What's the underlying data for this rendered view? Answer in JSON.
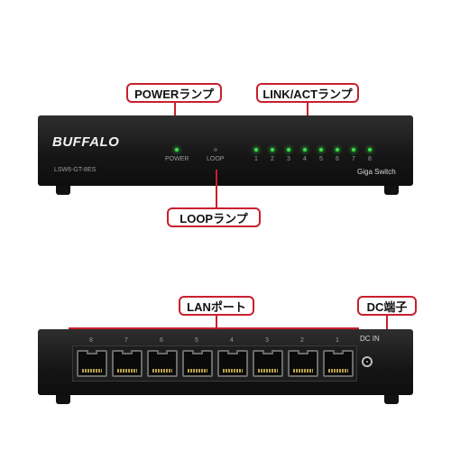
{
  "front": {
    "brand": "BUFFALO",
    "model": "LSW6-GT-8ES",
    "power_label": "POWER",
    "loop_label": "LOOP",
    "port_numbers": [
      "1",
      "2",
      "3",
      "4",
      "5",
      "6",
      "7",
      "8"
    ],
    "giga_label": "Giga Switch"
  },
  "back": {
    "port_numbers": [
      "8",
      "7",
      "6",
      "5",
      "4",
      "3",
      "2",
      "1"
    ],
    "dc_label": "DC IN"
  },
  "callouts": {
    "power_lamp": "POWERランプ",
    "link_act_lamp": "LINK/ACTランプ",
    "loop_lamp": "LOOPランプ",
    "lan_port": "LANポート",
    "dc_port": "DC端子"
  },
  "colors": {
    "callout_red": "#c8202e",
    "led_green": "#39e24a"
  }
}
